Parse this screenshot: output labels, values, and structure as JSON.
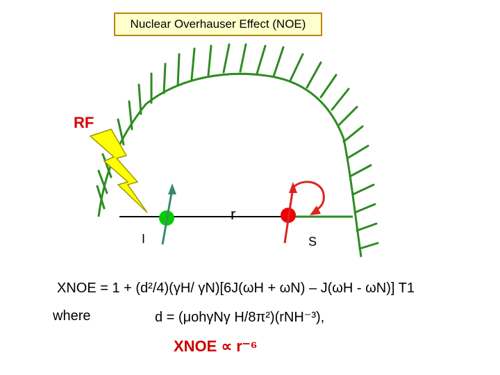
{
  "title": "Nuclear Overhauser Effect (NOE)",
  "labels": {
    "rf": "RF",
    "r": "r",
    "i": "I",
    "s": "S"
  },
  "equation_line1": {
    "text": "XNOE = 1 + (d²/4)(γH/ γN)[6J(ωH + ωN) – J(ωH - ωN)] T1"
  },
  "where_label": "where",
  "equation_line2": {
    "text": "d = (μohγNγ H/8π²)(rNH⁻³),"
  },
  "equation_line3": {
    "text": "XNOE ∝ r⁻⁶"
  },
  "colors": {
    "title_box_fill": "#ffffcc",
    "title_box_border": "#b8860b",
    "wall": "#2e8b22",
    "spin_i": "#00cc00",
    "spin_s": "#ee0000",
    "arrow_i": "#3a8a6a",
    "arrow_s": "#dd2222",
    "lightning": "#ffff00",
    "rf_text": "#dd0000",
    "xnoe_text": "#cc0000"
  }
}
